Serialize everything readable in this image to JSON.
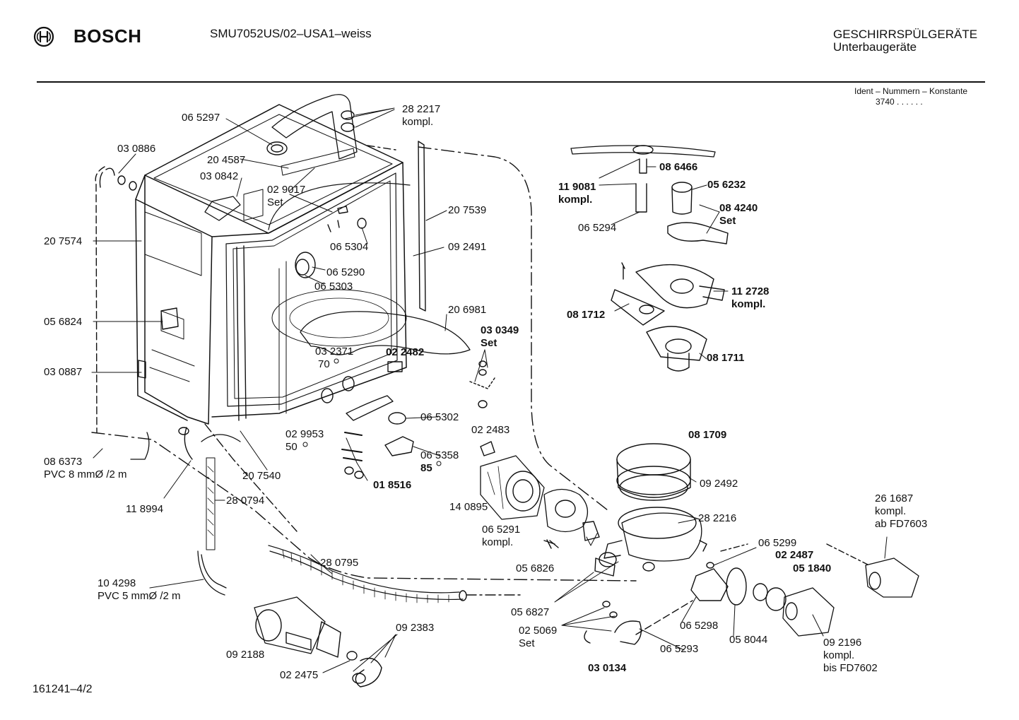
{
  "header": {
    "brand": "BOSCH",
    "model": "SMU7052US/02–USA1–weiss",
    "category_line1": "GESCHIRRSPÜLGERÄTE",
    "category_line2": "Unterbaugeräte",
    "ident_line1": "Ident – Nummern – Konstante",
    "ident_line2": "3740  .  .  .  .  .  ."
  },
  "footer": {
    "drawing_id": "161241–4/2"
  },
  "parts": {
    "p282217": [
      "28 2217",
      "kompl."
    ],
    "p065297": "06 5297",
    "p030886": "03 0886",
    "p204587": "20 4587",
    "p030842": "03 0842",
    "p029017": [
      "02 9017",
      "Set"
    ],
    "p207539": "20 7539",
    "p207574": "20 7574",
    "p065304": "06 5304",
    "p092491": "09 2491",
    "p065290": "06 5290",
    "p065303": "06 5303",
    "p206981": "20 6981",
    "p056824": "05 6824",
    "p030349": [
      "03 0349",
      "Set"
    ],
    "p032371": [
      "03 2371",
      "70"
    ],
    "p022482": "02 2482",
    "p030887": "03 0887",
    "p065302": "06 5302",
    "p029953": [
      "02 9953",
      "50"
    ],
    "p022483": "02 2483",
    "p065358": [
      "06 5358",
      "85"
    ],
    "p086373": [
      "08 6373",
      "PVC 8 mmØ /2 m"
    ],
    "p207540": "20 7540",
    "p018516": "01 8516",
    "p280794": "28 0794",
    "p118994": "11 8994",
    "p140895": "14 0895",
    "p065291": [
      "06 5291",
      "kompl."
    ],
    "p056826": "05 6826",
    "p280795": "28 0795",
    "p104298": [
      "10 4298",
      "PVC 5 mmØ /2 m"
    ],
    "p092383": "09 2383",
    "p092188": "09 2188",
    "p022475": "02 2475",
    "p056827": "05 6827",
    "p025069": [
      "02 5069",
      "Set"
    ],
    "p030134": "03 0134",
    "p065293": "06 5293",
    "p065298": "06 5298",
    "p058044": "05 8044",
    "p065299": "06 5299",
    "p022487": "02 2487",
    "p051840": "05 1840",
    "p092196": [
      "09 2196",
      "kompl.",
      "bis FD7602"
    ],
    "p261687": [
      "26 1687",
      "kompl.",
      "ab FD7603"
    ],
    "p086466": "08 6466",
    "p119081": [
      "11 9081",
      "kompl."
    ],
    "p056232": "05 6232",
    "p084240": [
      "08 4240",
      "Set"
    ],
    "p065294": "06 5294",
    "p112728": [
      "11 2728",
      "kompl."
    ],
    "p081712": "08 1712",
    "p081711": "08 1711",
    "p081709": "08 1709",
    "p092492": "09 2492",
    "p282216": "28 2216"
  },
  "icons": {
    "logo": "bosch-armature-logo"
  }
}
